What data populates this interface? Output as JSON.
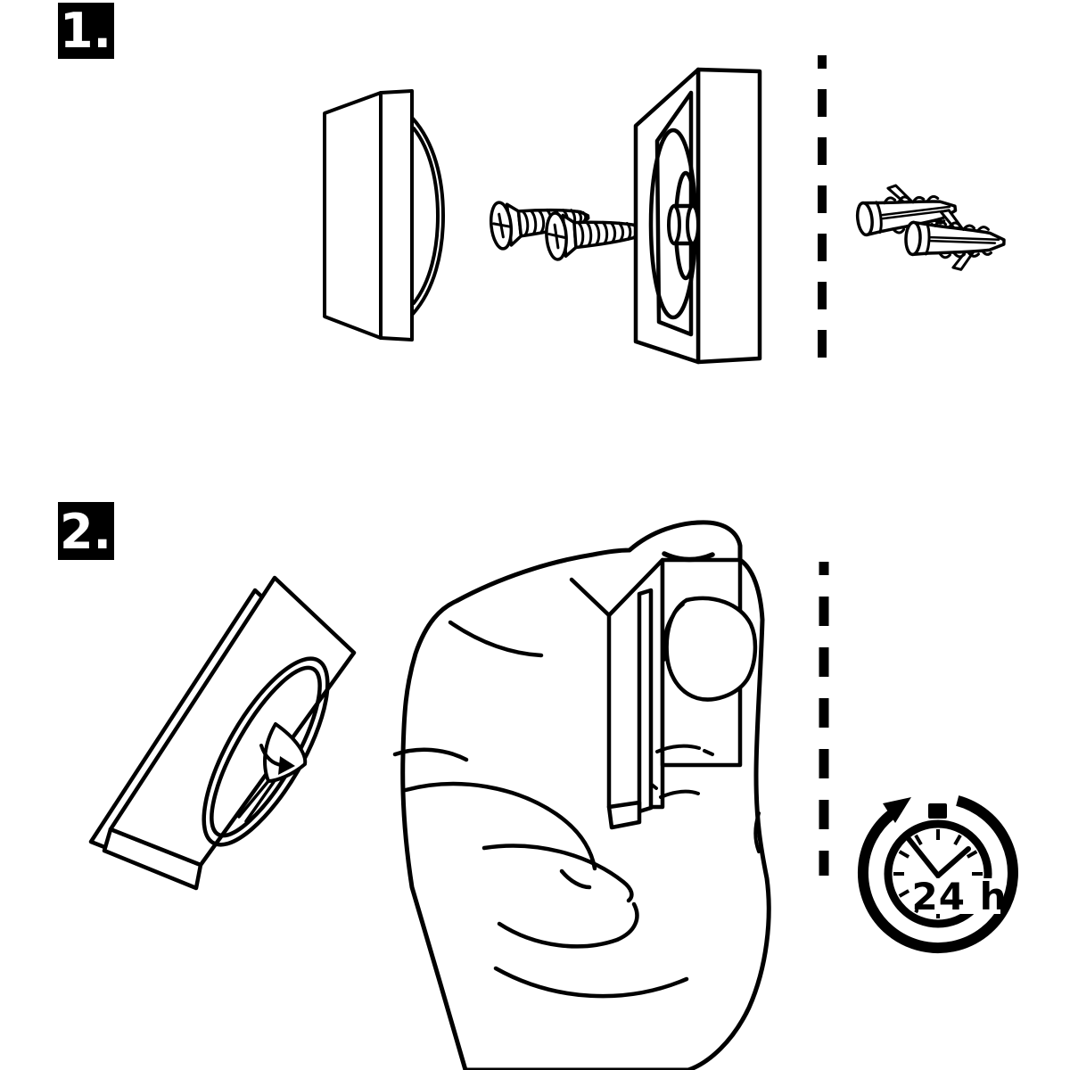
{
  "page": {
    "background": "#ffffff",
    "line_color": "#000000"
  },
  "step1": {
    "label": "1.",
    "badge_bg": "#000000",
    "badge_fg": "#ffffff",
    "parts": [
      "stopper-pad",
      "countersunk-screws",
      "mounting-plate",
      "wall-dashed-line",
      "wall-plugs"
    ]
  },
  "step2": {
    "label": "2.",
    "badge_bg": "#000000",
    "badge_fg": "#ffffff",
    "clock_label": "24 h",
    "parts": [
      "tilted-mounting-plate",
      "rotate-arrow",
      "hand-pressing-stopper",
      "wall-dashed-line",
      "clock-24h"
    ]
  }
}
